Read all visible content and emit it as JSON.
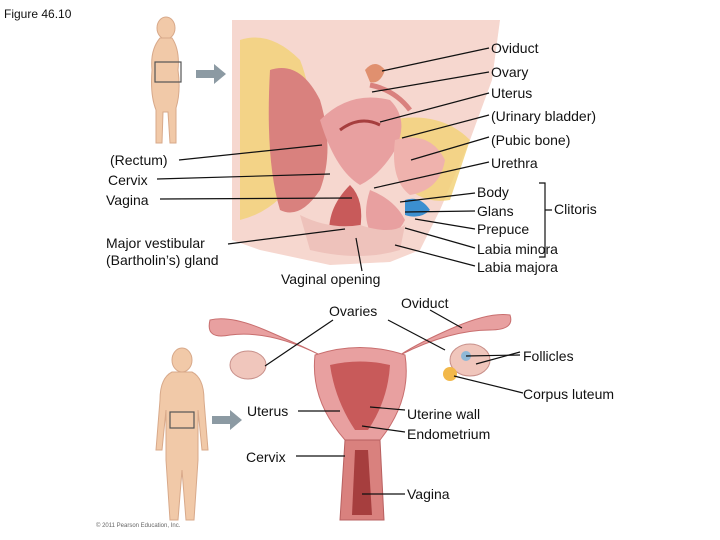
{
  "figure_label": "Figure 46.10",
  "copyright": "© 2011 Pearson Education, Inc.",
  "top_labels_right": {
    "oviduct": "Oviduct",
    "ovary": "Ovary",
    "uterus": "Uterus",
    "urinary_bladder": "(Urinary bladder)",
    "pubic_bone": "(Pubic bone)",
    "urethra": "Urethra",
    "body": "Body",
    "glans": "Glans",
    "clitoris": "Clitoris",
    "prepuce": "Prepuce",
    "labia_minora": "Labia minora",
    "labia_majora": "Labia majora"
  },
  "top_labels_left": {
    "rectum": "(Rectum)",
    "cervix": "Cervix",
    "vagina": "Vagina",
    "gland_line1": "Major vestibular",
    "gland_line2": "(Bartholin’s) gland"
  },
  "vaginal_opening": "Vaginal opening",
  "bottom_labels": {
    "ovaries": "Ovaries",
    "oviduct": "Oviduct",
    "follicles": "Follicles",
    "corpus_luteum": "Corpus luteum",
    "uterus": "Uterus",
    "uterine_wall": "Uterine wall",
    "endometrium": "Endometrium",
    "cervix": "Cervix",
    "vagina": "Vagina"
  },
  "colors": {
    "tissue_pink": "#e8a0a0",
    "tissue_dark": "#c85a5a",
    "fat_yellow": "#f2d27a",
    "silhouette": "#f1c9a8",
    "arrow_gray": "#8c9aa3",
    "blue_vessel": "#3b8fd0"
  }
}
